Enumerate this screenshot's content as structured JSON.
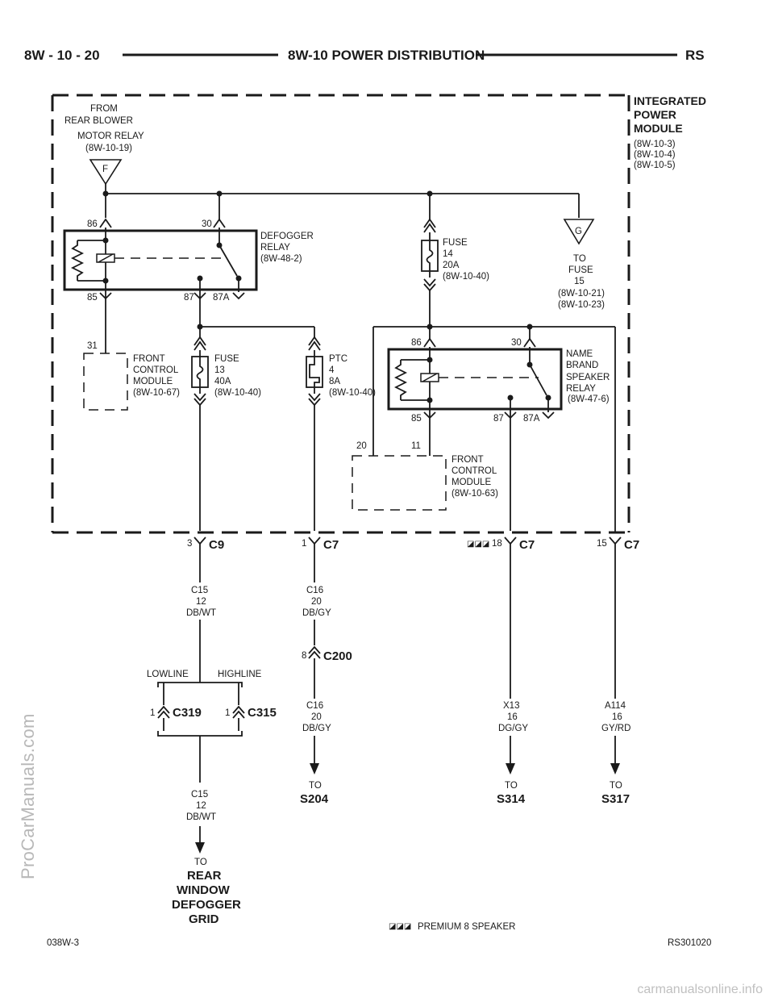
{
  "header": {
    "left": "8W - 10 - 20",
    "title": "8W-10 POWER DISTRIBUTION",
    "right": "RS"
  },
  "module": {
    "line1": "INTEGRATED",
    "line2": "POWER",
    "line3": "MODULE",
    "ref1": "(8W-10-3)",
    "ref2": "(8W-10-4)",
    "ref3": "(8W-10-5)"
  },
  "from_blower": {
    "l1": "FROM",
    "l2": "REAR BLOWER",
    "l3": "MOTOR RELAY",
    "l4": "(8W-10-19)",
    "tri": "F"
  },
  "defogger_relay": {
    "l1": "DEFOGGER",
    "l2": "RELAY",
    "l3": "(8W-48-2)",
    "p86": "86",
    "p30": "30",
    "p85": "85",
    "p87": "87",
    "p87a": "87A"
  },
  "fuse14": {
    "l1": "FUSE",
    "l2": "14",
    "l3": "20A",
    "l4": "(8W-10-40)"
  },
  "to_fuse15": {
    "tri": "G",
    "l1": "TO",
    "l2": "FUSE",
    "l3": "15",
    "l4": "(8W-10-21)",
    "l5": "(8W-10-23)"
  },
  "fcm1": {
    "pin": "31",
    "l1": "FRONT",
    "l2": "CONTROL",
    "l3": "MODULE",
    "l4": "(8W-10-67)"
  },
  "fuse13": {
    "l1": "FUSE",
    "l2": "13",
    "l3": "40A",
    "l4": "(8W-10-40)"
  },
  "ptc4": {
    "l1": "PTC",
    "l2": "4",
    "l3": "8A",
    "l4": "(8W-10-40)"
  },
  "speaker_relay": {
    "l1": "NAME",
    "l2": "BRAND",
    "l3": "SPEAKER",
    "l4": "RELAY",
    "l5": "(8W-47-6)",
    "p86": "86",
    "p30": "30",
    "p85": "85",
    "p87": "87",
    "p87a": "87A"
  },
  "fcm2": {
    "pin20": "20",
    "pin11": "11",
    "l1": "FRONT",
    "l2": "CONTROL",
    "l3": "MODULE",
    "l4": "(8W-10-63)"
  },
  "connectors": {
    "c9": {
      "pin": "3",
      "name": "C9"
    },
    "c7a": {
      "pin": "1",
      "name": "C7"
    },
    "c7b": {
      "pin": "18",
      "name": "C7",
      "mark": "◪◪◪"
    },
    "c7c": {
      "pin": "15",
      "name": "C7"
    }
  },
  "wires": {
    "w1": {
      "id": "C15",
      "gauge": "12",
      "color": "DB/WT"
    },
    "w2": {
      "id": "C16",
      "gauge": "20",
      "color": "DB/GY"
    },
    "w3": {
      "id": "C16",
      "gauge": "20",
      "color": "DB/GY"
    },
    "w4": {
      "id": "X13",
      "gauge": "16",
      "color": "DG/GY"
    },
    "w5": {
      "id": "A114",
      "gauge": "16",
      "color": "GY/RD"
    },
    "w6": {
      "id": "C15",
      "gauge": "12",
      "color": "DB/WT"
    }
  },
  "c200": {
    "pin": "8",
    "name": "C200"
  },
  "lowline": {
    "label": "LOWLINE",
    "pin": "1",
    "name": "C319"
  },
  "highline": {
    "label": "HIGHLINE",
    "pin": "1",
    "name": "C315"
  },
  "destinations": {
    "s204": {
      "to": "TO",
      "name": "S204"
    },
    "s314": {
      "to": "TO",
      "name": "S314"
    },
    "s317": {
      "to": "TO",
      "name": "S317"
    },
    "grid": {
      "to": "TO",
      "l1": "REAR",
      "l2": "WINDOW",
      "l3": "DEFOGGER",
      "l4": "GRID"
    }
  },
  "legend": {
    "mark": "◪◪◪",
    "text": "PREMIUM 8 SPEAKER"
  },
  "footer": {
    "left": "038W-3",
    "right": "RS301020"
  },
  "watermarks": {
    "side": "ProCarManuals.com",
    "bottom": "carmanualsonline.info"
  }
}
